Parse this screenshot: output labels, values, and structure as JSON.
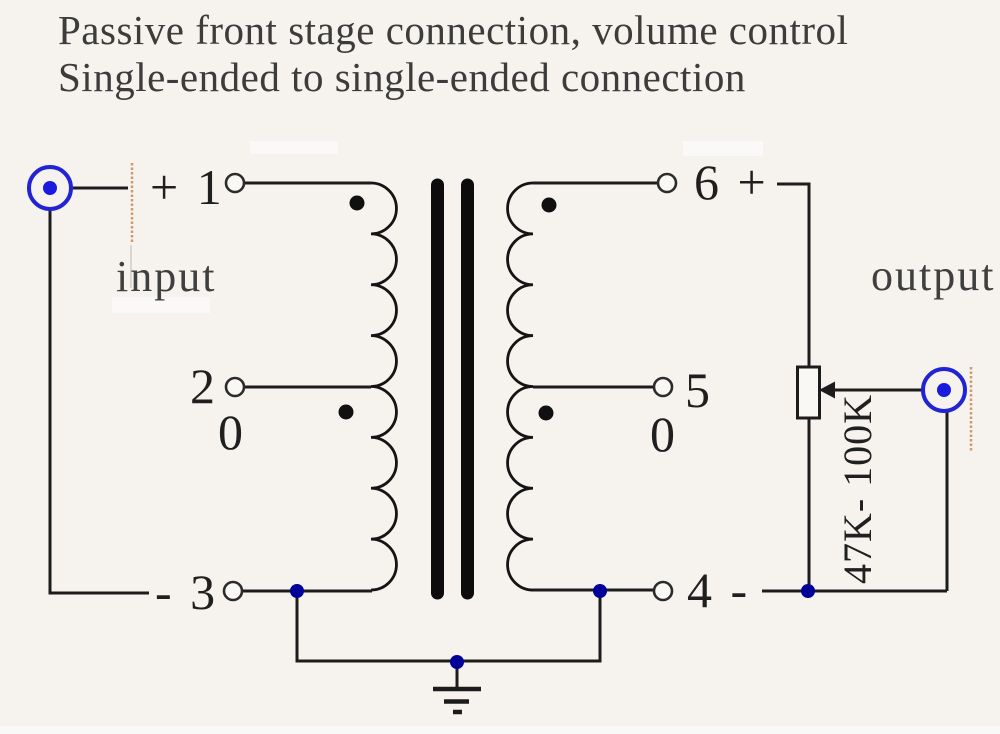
{
  "title": {
    "line1": "Passive front stage connection, volume control",
    "line2": "Single-ended to single-ended connection"
  },
  "labels": {
    "input": "input",
    "output": "output",
    "potentiometer": "47K- 100K"
  },
  "terminals": {
    "t1": "+ 1",
    "t2": "2",
    "t2_tap": "0",
    "t3": "- 3",
    "t6": "6 +",
    "t5": "5",
    "t5_tap": "0",
    "t4": "4 -"
  },
  "colors": {
    "background": "#f6f3ee",
    "wire": "#1c1c1c",
    "connector_blue": "#2323d6",
    "junction_blue": "#000099",
    "text": "#1f1f1f",
    "secondary_text": "#3f3f3f",
    "watermark_tan": "#cf9a6d"
  }
}
